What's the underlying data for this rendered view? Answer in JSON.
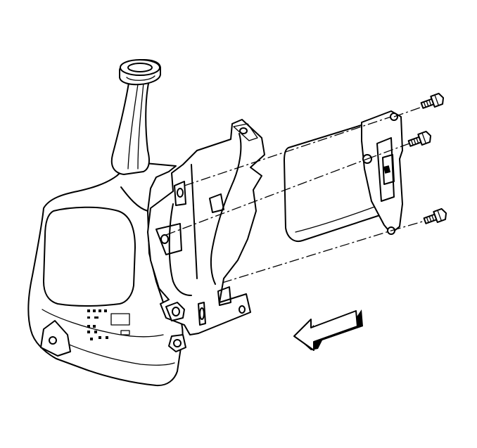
{
  "diagram": {
    "parts": [
      {
        "id": "washer-reservoir",
        "icon": "reservoir-outline"
      },
      {
        "id": "filler-neck",
        "icon": "filler-neck-outline"
      },
      {
        "id": "mounting-bracket",
        "icon": "bracket-outline"
      },
      {
        "id": "module-cover",
        "icon": "cover-outline"
      },
      {
        "id": "bolt-upper",
        "icon": "bolt-icon"
      },
      {
        "id": "bolt-middle",
        "icon": "bolt-icon"
      },
      {
        "id": "bolt-lower",
        "icon": "bolt-icon"
      },
      {
        "id": "direction-arrow",
        "icon": "arrow-left-icon"
      }
    ],
    "colors": {
      "line": "#000000",
      "background": "#ffffff"
    }
  }
}
